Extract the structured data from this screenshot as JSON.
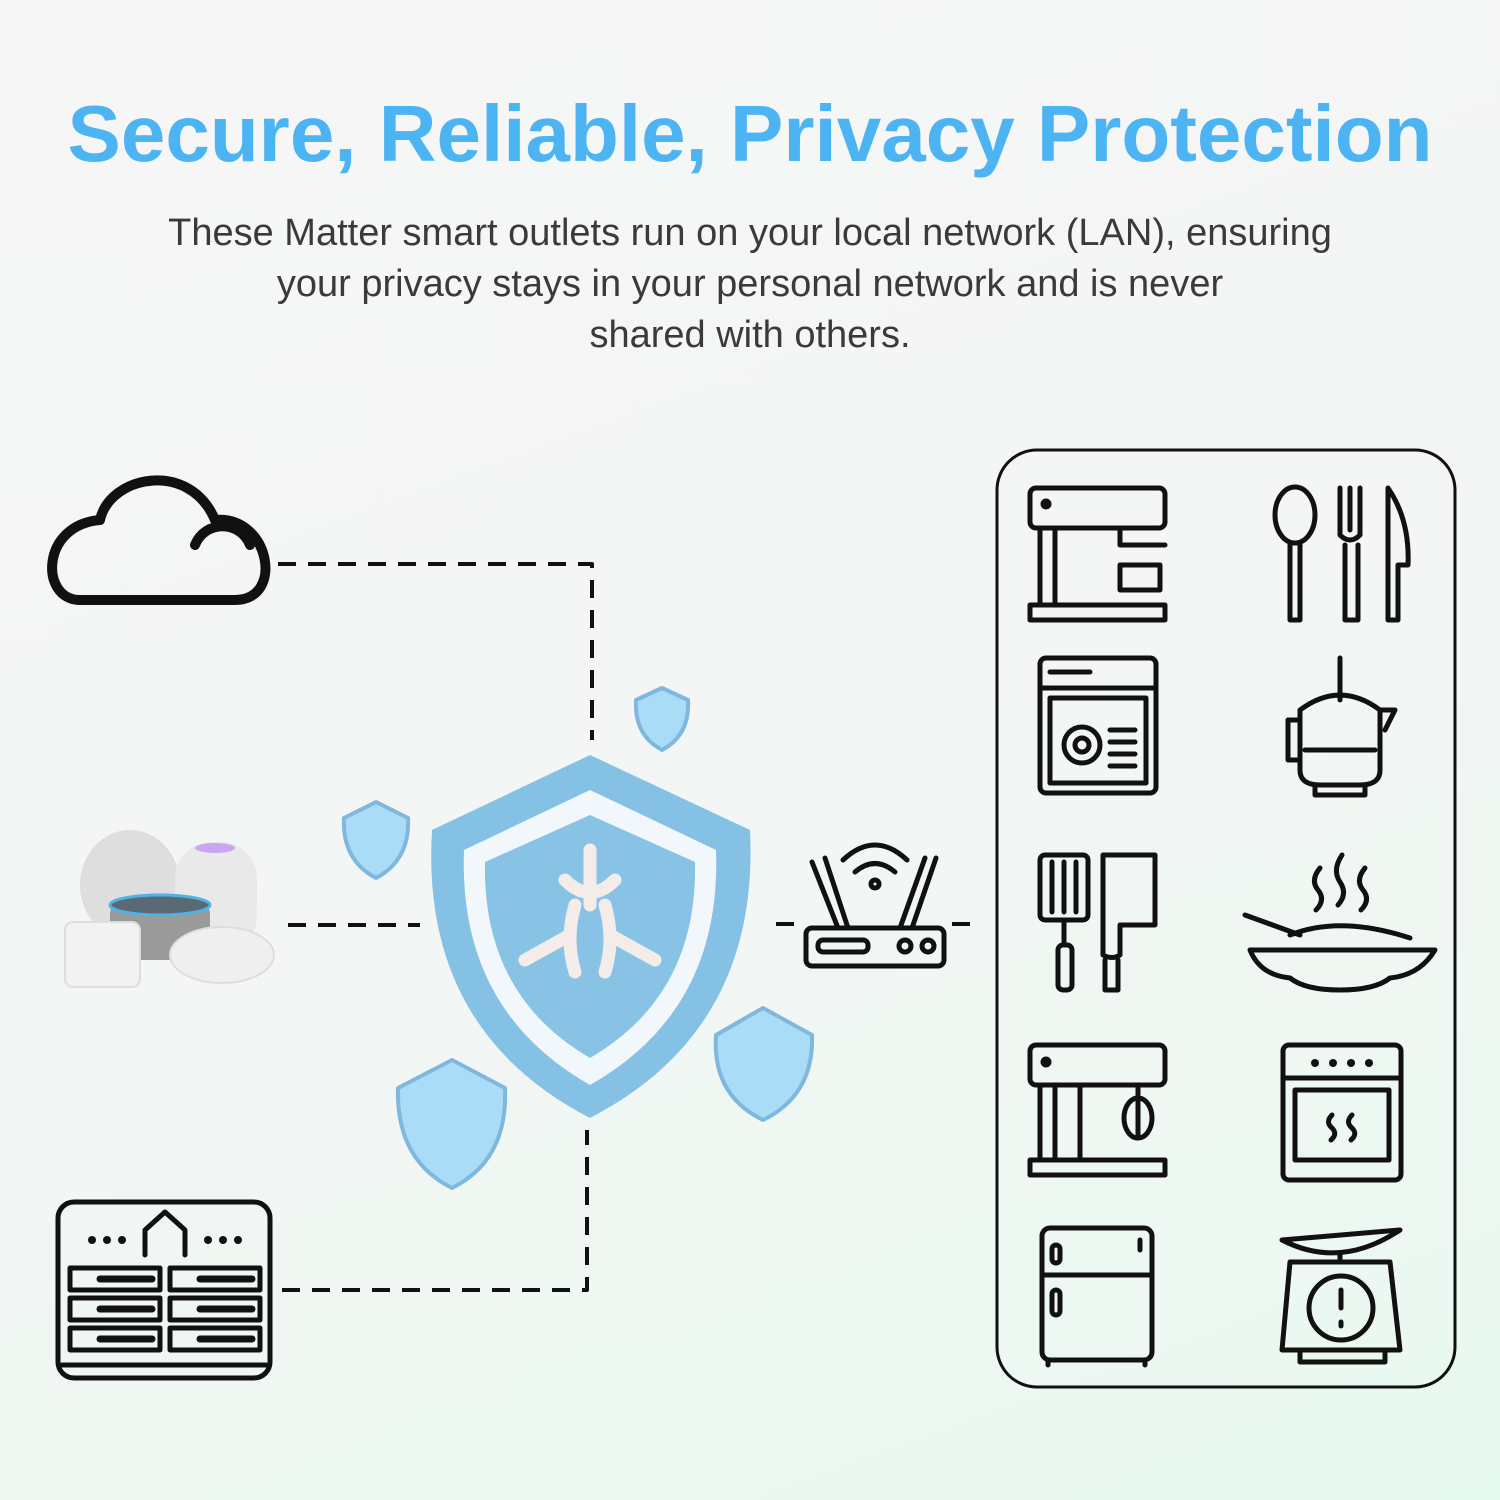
{
  "header": {
    "title": "Secure, Reliable, Privacy Protection",
    "subtitle_lines": [
      "These Matter smart outlets run on your local network (LAN), ensuring",
      "your privacy stays in your personal network and is never",
      "shared with others."
    ]
  },
  "colors": {
    "title": "#4db4f3",
    "shield": "#88c3e6",
    "shield_light": "#a9dcf7",
    "line": "#111111"
  },
  "diagram": {
    "left_nodes": [
      "cloud-icon",
      "smart-hubs-image",
      "control-panel-icon"
    ],
    "center": "matter-shield-icon",
    "router": "wifi-router-icon",
    "appliances": [
      "coffee-maker",
      "cutlery",
      "dishwasher",
      "french-press",
      "kitchen-tools",
      "cooking-pan",
      "stand-mixer",
      "oven",
      "refrigerator",
      "kitchen-scale"
    ]
  }
}
